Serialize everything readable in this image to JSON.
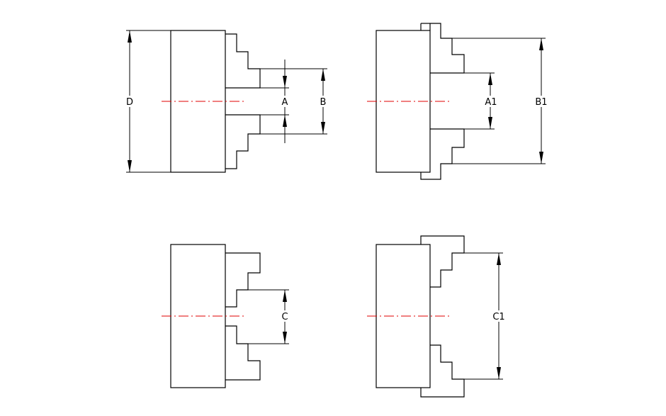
{
  "labels": {
    "D": "D",
    "A": "A",
    "B": "B",
    "A1": "A1",
    "B1": "B1",
    "C": "C",
    "C1": "C1"
  },
  "colors": {
    "outline": "#000000",
    "centerline": "#e00000",
    "background": "#ffffff"
  }
}
